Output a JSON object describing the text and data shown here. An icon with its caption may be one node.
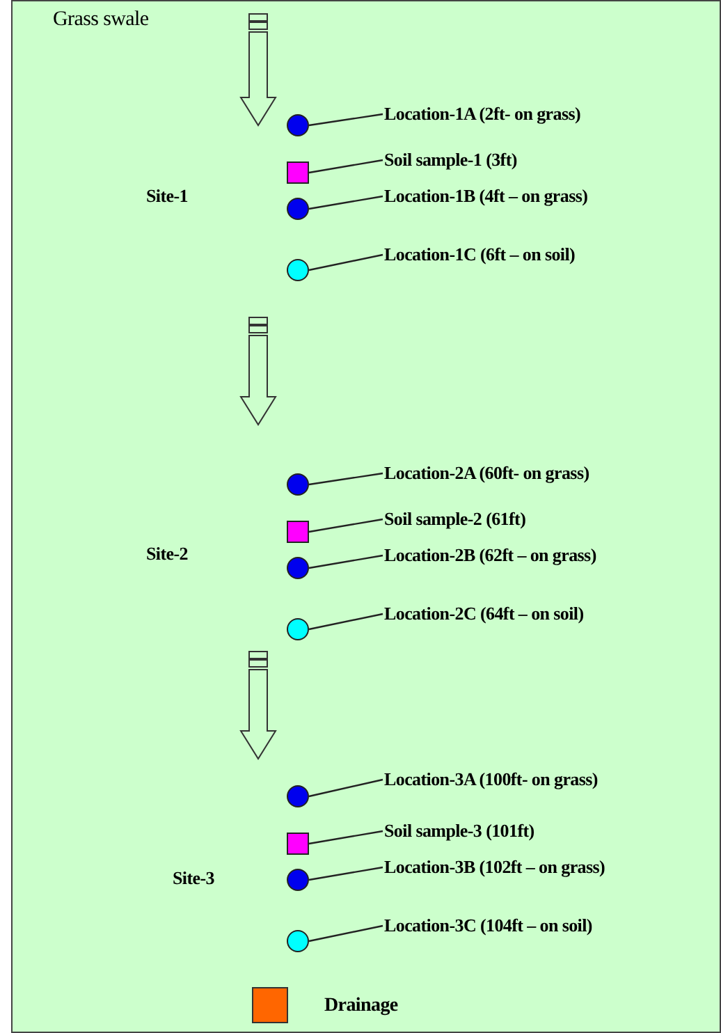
{
  "diagram": {
    "title": "Grass swale",
    "nodes": [
      {
        "text": [
          "Location-1A (2ft- on grass)"
        ]
      },
      {
        "text": [],
        "shape": "circle"
      },
      {
        "text": [
          "Soil sample-1 (3ft)"
        ]
      },
      {
        "text": [],
        "shape": "box"
      },
      {
        "text": [
          "Location-1B (4ft – on grass)"
        ]
      },
      {
        "text": [],
        "shape": "circle"
      },
      {
        "text": [
          "Location-1C (6ft – on soil)"
        ]
      },
      {
        "text": [],
        "shape": "circle"
      },
      {
        "text": [
          "Location-2A (60ft- on grass)"
        ]
      },
      {
        "text": [],
        "shape": "circle"
      },
      {
        "text": [
          "Soil sample-2 (61ft)"
        ]
      },
      {
        "text": [],
        "shape": "box"
      },
      {
        "text": [
          "Location-2B (62ft – on grass)"
        ]
      },
      {
        "text": [],
        "shape": "circle"
      },
      {
        "text": [
          "Location-2C (64ft – on soil)"
        ]
      },
      {
        "text": [],
        "shape": "circle"
      },
      {
        "text": [
          "Location-3A (100ft- on grass)"
        ]
      },
      {
        "text": [],
        "shape": "circle"
      },
      {
        "text": [
          "Soil sample-3 (101ft)"
        ]
      },
      {
        "text": [],
        "shape": "box"
      },
      {
        "text": [
          "Location-3B (102ft – on grass)"
        ]
      },
      {
        "text": [],
        "shape": "circle"
      },
      {
        "text": [
          "Location-3C (104ft – on soil)"
        ]
      },
      {
        "text": [],
        "shape": "circle"
      }
    ],
    "edges": [
      {
        "from": 0,
        "to": 1,
        "arrow": "none"
      },
      {
        "from": 2,
        "to": 3,
        "arrow": "none"
      },
      {
        "from": 4,
        "to": 5,
        "arrow": "none"
      },
      {
        "from": 6,
        "to": 7,
        "arrow": "none"
      },
      {
        "from": 8,
        "to": 9,
        "arrow": "none"
      },
      {
        "from": 10,
        "to": 11,
        "arrow": "none"
      },
      {
        "from": 12,
        "to": 13,
        "arrow": "none"
      },
      {
        "from": 14,
        "to": 15,
        "arrow": "none"
      },
      {
        "from": 16,
        "to": 17,
        "arrow": "none"
      },
      {
        "from": 18,
        "to": 19,
        "arrow": "none"
      },
      {
        "from": 20,
        "to": 21,
        "arrow": "none"
      },
      {
        "from": 22,
        "to": 23,
        "arrow": "none"
      },
      {
        "from": null,
        "to": 1,
        "arrow": "to",
        "style": "thick"
      },
      {
        "from": 7,
        "to": 9,
        "arrow": "to",
        "style": "thick"
      },
      {
        "from": 15,
        "to": 17,
        "arrow": "to",
        "style": "thick"
      }
    ],
    "labels": [
      "Site-1",
      "Site-2",
      "Site-3"
    ],
    "legend": [
      {
        "text": "Drainage",
        "color": "#ff6600"
      }
    ]
  }
}
